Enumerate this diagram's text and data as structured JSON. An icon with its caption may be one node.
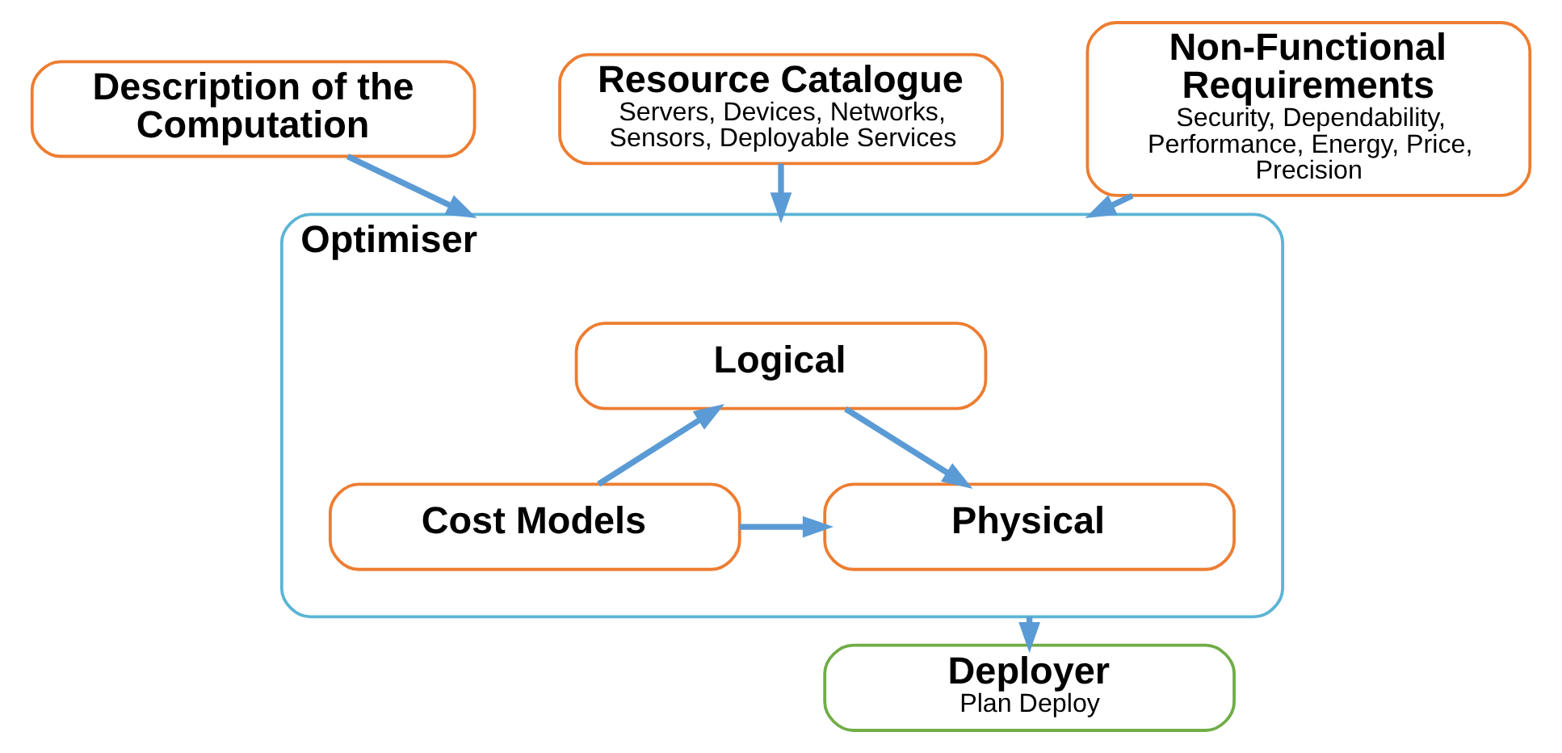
{
  "diagram": {
    "nodes": [
      {
        "text": [
          "Description of the Computation"
        ]
      },
      {
        "text": [
          "Resource Catalogue",
          "Servers, Devices, Networks, Sensors, Deployable Services"
        ]
      },
      {
        "text": [
          "Non-Functional Requirements",
          "Security, Dependability, Performance, Energy, Price, Precision"
        ]
      },
      {
        "text": [
          "Optimiser"
        ]
      },
      {
        "text": [
          "Logical"
        ],
        "in": 3
      },
      {
        "text": [
          "Physical"
        ],
        "in": 3
      },
      {
        "text": [
          "Cost Models"
        ],
        "in": 3
      },
      {
        "text": [
          "Deployer",
          "Plan Deploy"
        ]
      }
    ],
    "edges": [
      {
        "from": 0,
        "to": 3,
        "arrow": "to"
      },
      {
        "from": 1,
        "to": 3,
        "arrow": "to"
      },
      {
        "from": 2,
        "to": 3,
        "arrow": "to"
      },
      {
        "from": 4,
        "to": 5,
        "arrow": "to"
      },
      {
        "from": 6,
        "to": 4,
        "arrow": "to"
      },
      {
        "from": 6,
        "to": 5,
        "arrow": "to"
      },
      {
        "from": 3,
        "to": 7,
        "arrow": "to"
      }
    ]
  }
}
